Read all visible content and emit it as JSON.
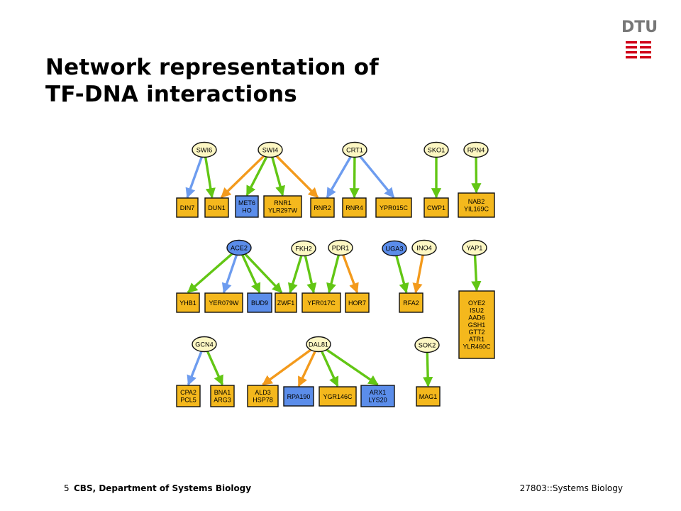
{
  "slide": {
    "title_line1": "Network representation of",
    "title_line2": "TF-DNA interactions",
    "logo_text": "DTU",
    "page_number": "5",
    "department": "CBS, Department of Systems Biology",
    "course": "27803::Systems Biology"
  },
  "colors": {
    "tf_fill": "#fdf7c3",
    "tf_highlight_fill": "#5b8dea",
    "target_fill": "#f4b81d",
    "target_highlight_fill": "#5b8dea",
    "edge_blue": "#6d9cef",
    "edge_green": "#62c614",
    "edge_orange": "#f39a1c",
    "logo_red": "#d0021b",
    "logo_grey": "#777777"
  },
  "network": {
    "tfs": [
      {
        "id": "SWI6",
        "label": "SWI6",
        "highlight": false
      },
      {
        "id": "SWI4",
        "label": "SWI4",
        "highlight": false
      },
      {
        "id": "CRT1",
        "label": "CRT1",
        "highlight": false
      },
      {
        "id": "SKO1",
        "label": "SKO1",
        "highlight": false
      },
      {
        "id": "RPN4",
        "label": "RPN4",
        "highlight": false
      },
      {
        "id": "ACE2",
        "label": "ACE2",
        "highlight": true
      },
      {
        "id": "FKH2",
        "label": "FKH2",
        "highlight": false
      },
      {
        "id": "PDR1",
        "label": "PDR1",
        "highlight": false
      },
      {
        "id": "UGA3",
        "label": "UGA3",
        "highlight": true
      },
      {
        "id": "INO4",
        "label": "INO4",
        "highlight": false
      },
      {
        "id": "YAP1",
        "label": "YAP1",
        "highlight": false
      },
      {
        "id": "GCN4",
        "label": "GCN4",
        "highlight": false
      },
      {
        "id": "DAL81",
        "label": "DAL81",
        "highlight": false
      },
      {
        "id": "SOK2",
        "label": "SOK2",
        "highlight": false
      }
    ],
    "targets": [
      {
        "id": "DIN7",
        "lines": [
          "DIN7"
        ],
        "highlight": false
      },
      {
        "id": "DUN1",
        "lines": [
          "DUN1"
        ],
        "highlight": false
      },
      {
        "id": "MET6",
        "lines": [
          "MET6",
          "HO"
        ],
        "highlight": true
      },
      {
        "id": "RNR1",
        "lines": [
          "RNR1",
          "YLR297W"
        ],
        "highlight": false
      },
      {
        "id": "RNR2",
        "lines": [
          "RNR2"
        ],
        "highlight": false
      },
      {
        "id": "RNR4",
        "lines": [
          "RNR4"
        ],
        "highlight": false
      },
      {
        "id": "YPR015C",
        "lines": [
          "YPR015C"
        ],
        "highlight": false
      },
      {
        "id": "CWP1",
        "lines": [
          "CWP1"
        ],
        "highlight": false
      },
      {
        "id": "NAB2",
        "lines": [
          "NAB2",
          "YIL169C"
        ],
        "highlight": false
      },
      {
        "id": "YHB1",
        "lines": [
          "YHB1"
        ],
        "highlight": false
      },
      {
        "id": "YER079W",
        "lines": [
          "YER079W"
        ],
        "highlight": false
      },
      {
        "id": "BUD9",
        "lines": [
          "BUD9"
        ],
        "highlight": true
      },
      {
        "id": "ZWF1",
        "lines": [
          "ZWF1"
        ],
        "highlight": false
      },
      {
        "id": "YFR017C",
        "lines": [
          "YFR017C"
        ],
        "highlight": false
      },
      {
        "id": "HOR7",
        "lines": [
          "HOR7"
        ],
        "highlight": false
      },
      {
        "id": "RFA2",
        "lines": [
          "RFA2"
        ],
        "highlight": false
      },
      {
        "id": "OYE2",
        "lines": [
          "OYE2",
          "ISU2",
          "AAD6",
          "GSH1",
          "GTT2",
          "ATR1",
          "YLR460C"
        ],
        "highlight": false
      },
      {
        "id": "CPA2",
        "lines": [
          "CPA2",
          "PCL5"
        ],
        "highlight": false
      },
      {
        "id": "BNA1",
        "lines": [
          "BNA1",
          "ARG3"
        ],
        "highlight": false
      },
      {
        "id": "ALD3",
        "lines": [
          "ALD3",
          "HSP78"
        ],
        "highlight": false
      },
      {
        "id": "RPA190",
        "lines": [
          "RPA190"
        ],
        "highlight": true
      },
      {
        "id": "YGR146C",
        "lines": [
          "YGR146C"
        ],
        "highlight": false
      },
      {
        "id": "ARX1",
        "lines": [
          "ARX1",
          "LYS20"
        ],
        "highlight": true
      },
      {
        "id": "MAG1",
        "lines": [
          "MAG1"
        ],
        "highlight": false
      }
    ],
    "edges": [
      {
        "from": "SWI6",
        "to": "DIN7",
        "color": "blue"
      },
      {
        "from": "SWI6",
        "to": "DUN1",
        "color": "green"
      },
      {
        "from": "SWI4",
        "to": "DUN1",
        "color": "orange"
      },
      {
        "from": "SWI4",
        "to": "MET6",
        "color": "green"
      },
      {
        "from": "SWI4",
        "to": "RNR1",
        "color": "green"
      },
      {
        "from": "SWI4",
        "to": "RNR2",
        "color": "orange"
      },
      {
        "from": "CRT1",
        "to": "RNR2",
        "color": "blue"
      },
      {
        "from": "CRT1",
        "to": "RNR4",
        "color": "green"
      },
      {
        "from": "CRT1",
        "to": "YPR015C",
        "color": "blue"
      },
      {
        "from": "SKO1",
        "to": "CWP1",
        "color": "green"
      },
      {
        "from": "RPN4",
        "to": "NAB2",
        "color": "green"
      },
      {
        "from": "ACE2",
        "to": "YHB1",
        "color": "green"
      },
      {
        "from": "ACE2",
        "to": "YER079W",
        "color": "blue"
      },
      {
        "from": "ACE2",
        "to": "BUD9",
        "color": "green"
      },
      {
        "from": "ACE2",
        "to": "ZWF1",
        "color": "green"
      },
      {
        "from": "FKH2",
        "to": "ZWF1",
        "color": "green"
      },
      {
        "from": "FKH2",
        "to": "YFR017C",
        "color": "green"
      },
      {
        "from": "PDR1",
        "to": "YFR017C",
        "color": "green"
      },
      {
        "from": "PDR1",
        "to": "HOR7",
        "color": "orange"
      },
      {
        "from": "UGA3",
        "to": "RFA2",
        "color": "green"
      },
      {
        "from": "INO4",
        "to": "RFA2",
        "color": "orange"
      },
      {
        "from": "YAP1",
        "to": "OYE2",
        "color": "green"
      },
      {
        "from": "GCN4",
        "to": "CPA2",
        "color": "blue"
      },
      {
        "from": "GCN4",
        "to": "BNA1",
        "color": "green"
      },
      {
        "from": "DAL81",
        "to": "ALD3",
        "color": "orange"
      },
      {
        "from": "DAL81",
        "to": "RPA190",
        "color": "orange"
      },
      {
        "from": "DAL81",
        "to": "YGR146C",
        "color": "green"
      },
      {
        "from": "DAL81",
        "to": "ARX1",
        "color": "green"
      },
      {
        "from": "SOK2",
        "to": "MAG1",
        "color": "green"
      }
    ]
  }
}
